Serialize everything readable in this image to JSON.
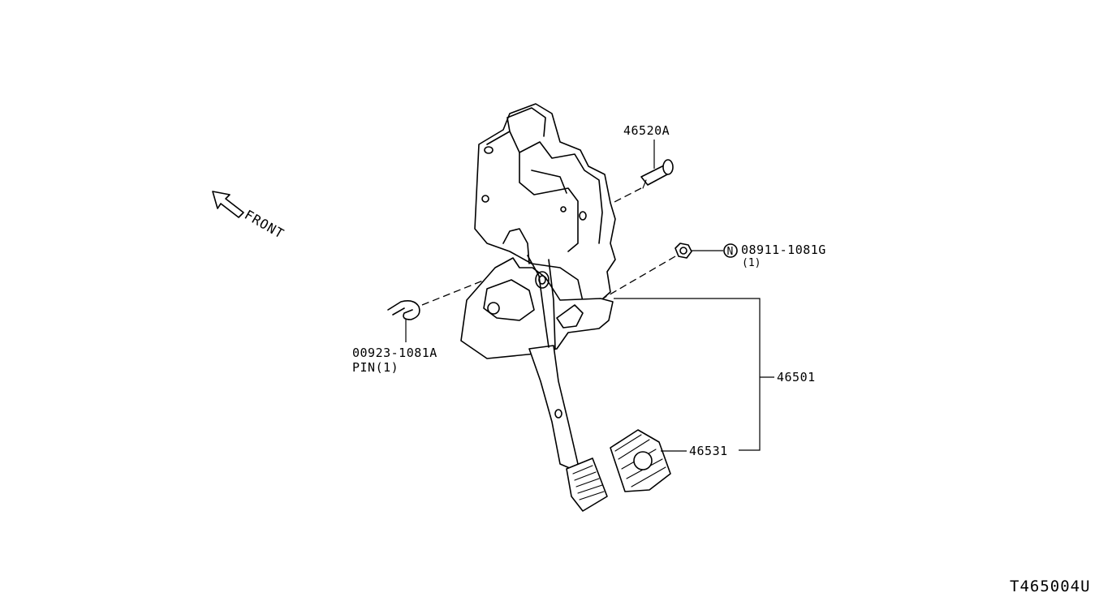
{
  "direction": {
    "label": "FRONT"
  },
  "parts": {
    "bolt": {
      "number": "46520A"
    },
    "nut": {
      "symbol": "N",
      "number": "08911-1081G",
      "qty": "(1)"
    },
    "pin": {
      "number": "00923-1081A",
      "desc": "PIN(1)"
    },
    "pedal_assembly": {
      "number": "46501"
    },
    "pedal_pad": {
      "number": "46531"
    }
  },
  "diagram_code": "T465004U"
}
